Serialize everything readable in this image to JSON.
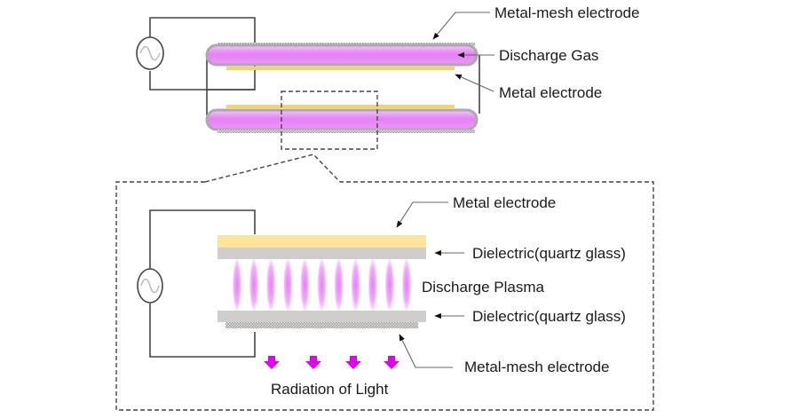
{
  "colors": {
    "plasma": "#e680f5",
    "plasma_light": "#f3c6fa",
    "metal_electrode": "#fde49a",
    "metal_electrode_line": "#f7d26a",
    "dielectric": "#d0cdcd",
    "tube_border": "#aaaaaa",
    "mesh": "#b9b9b9",
    "light_arrow": "#e100f0",
    "wire": "#444444",
    "text": "#1a1a1a"
  },
  "top_view": {
    "labels": {
      "metal_mesh": "Metal-mesh electrode",
      "discharge_gas": "Discharge Gas",
      "metal_electrode": "Metal electrode"
    },
    "tube_count": 2,
    "power_source_icon": "ac-source-icon"
  },
  "detail_view": {
    "labels": {
      "metal_electrode": "Metal electrode",
      "dielectric_top": "Dielectric(quartz glass)",
      "plasma": "Discharge Plasma",
      "dielectric_bottom": "Dielectric(quartz glass)",
      "metal_mesh": "Metal-mesh electrode",
      "radiation": "Radiation of Light"
    },
    "plasma_filament_count": 11,
    "light_arrow_count": 4,
    "power_source_icon": "ac-source-icon"
  }
}
